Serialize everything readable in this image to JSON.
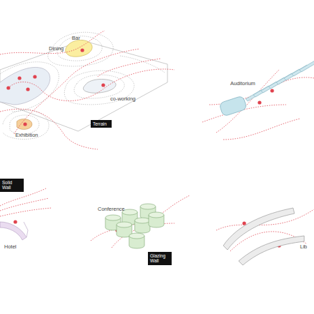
{
  "diagram": {
    "nodes": [
      {
        "text": [
          "Terrain"
        ]
      },
      {
        "text": [
          "Solid Wall"
        ]
      },
      {
        "text": [
          "Glazing Wall"
        ]
      }
    ],
    "labels": [
      "Dining",
      "Bar",
      "co-working",
      "Exhibition",
      "Auditorium",
      "Hotel",
      "Conference",
      "Lib"
    ]
  }
}
